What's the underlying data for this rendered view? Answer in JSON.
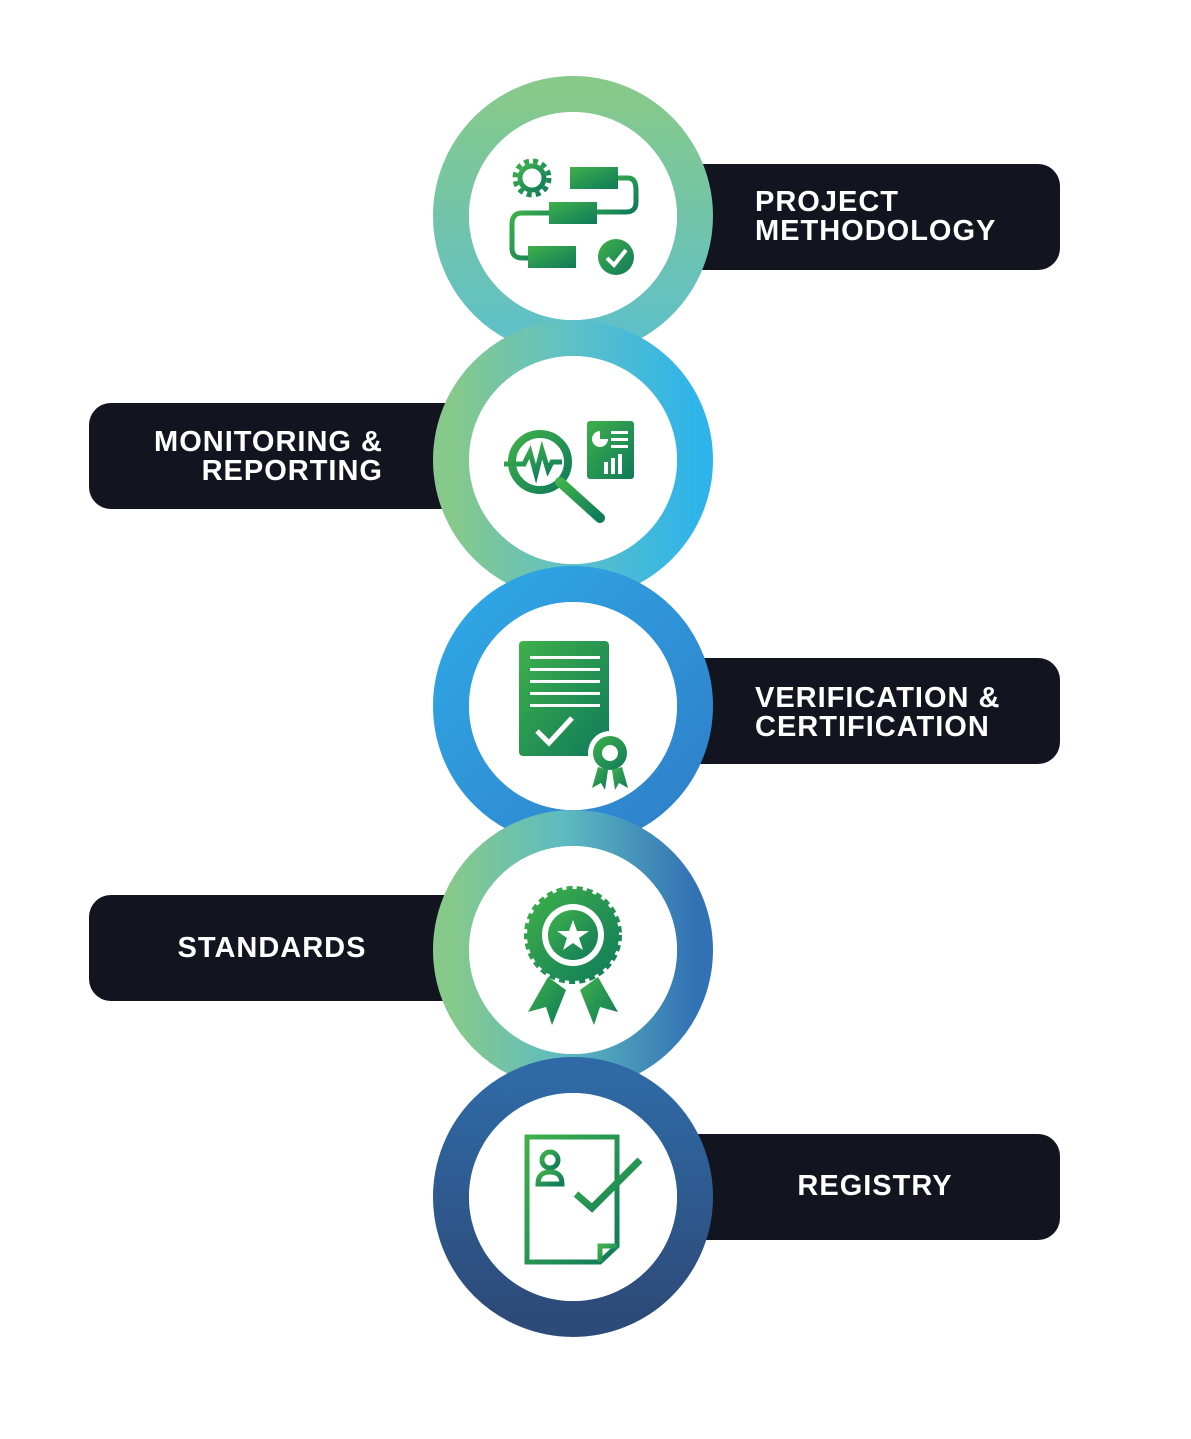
{
  "colors": {
    "pill_background": "#121420",
    "pill_text": "#ffffff",
    "icon_green_light": "#3fb04a",
    "icon_green_dark": "#0f7a5a",
    "ring_green": "#86c98a",
    "ring_teal": "#5ec0c8",
    "ring_sky": "#2fb4e9",
    "ring_blue": "#2f8bd0",
    "ring_navy": "#2d4f7c"
  },
  "steps": [
    {
      "label": "PROJECT\nMETHODOLOGY",
      "icon": "process-flow-icon"
    },
    {
      "label": "MONITORING &\nREPORTING",
      "icon": "magnifier-report-icon"
    },
    {
      "label": "VERIFICATION &\nCERTIFICATION",
      "icon": "certificate-icon"
    },
    {
      "label": "STANDARDS",
      "icon": "award-rosette-icon"
    },
    {
      "label": "REGISTRY",
      "icon": "registry-document-icon"
    }
  ]
}
